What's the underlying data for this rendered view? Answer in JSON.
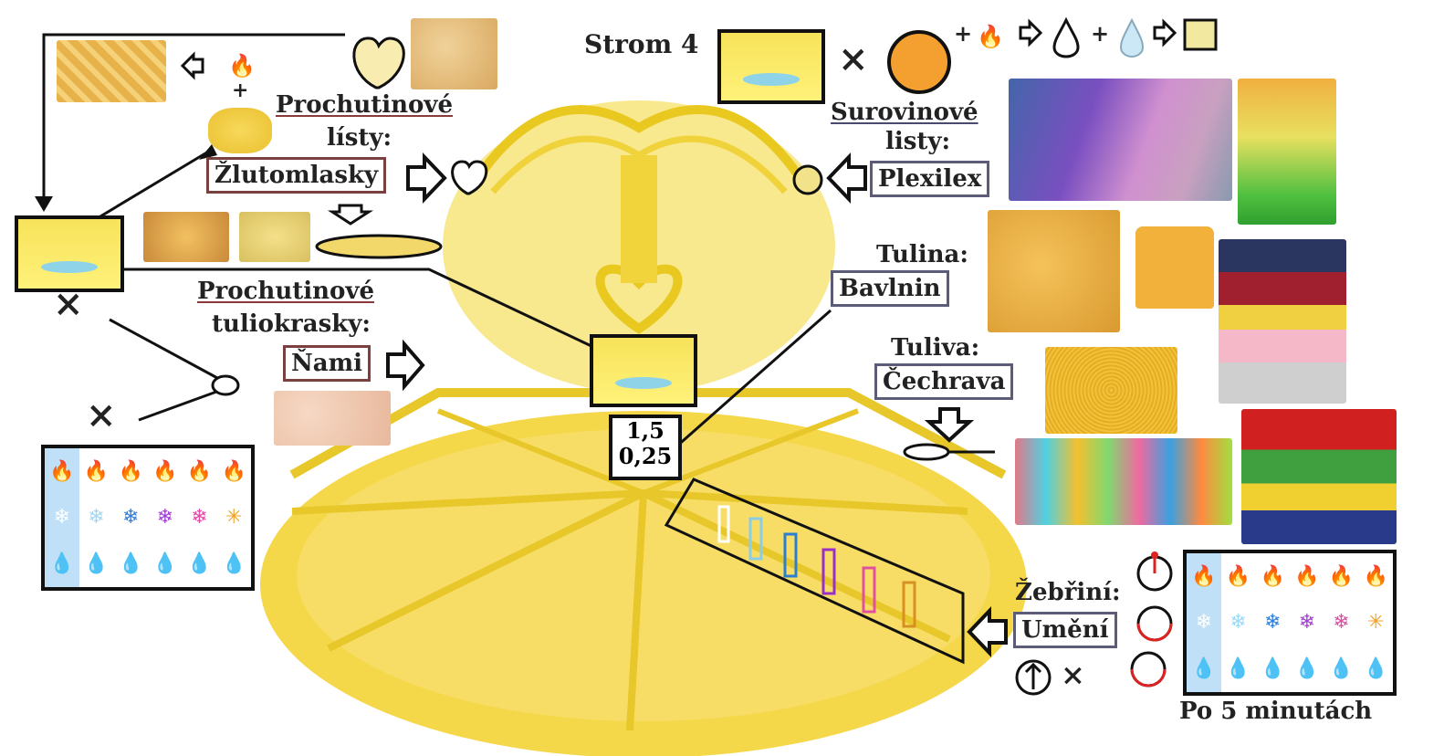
{
  "title": "Strom 4",
  "multiply_sign": "×",
  "plus_sign": "+",
  "left": {
    "flavor_leaves_heading_1": "Prochutinové",
    "flavor_leaves_heading_2": "lísty:",
    "flavor_leaves_name": "Žlutomlasky",
    "flavor_flowers_heading_1": "Prochutinové",
    "flavor_flowers_heading_2": "tuliokrasky:",
    "flavor_flowers_name": "Ňami"
  },
  "right": {
    "raw_leaves_heading_1": "Surovinové",
    "raw_leaves_heading_2": "listy:",
    "raw_leaves_name": "Plexilex",
    "fabric_heading": "Tulina:",
    "fabric_name": "Bavlnin",
    "filling_heading": "Tuliva:",
    "filling_name": "Čechrava",
    "ladder_heading": "Žebřiní:",
    "ladder_name": "Umění",
    "after_time": "Po 5 minutách"
  },
  "center_values": {
    "top": "1,5",
    "bottom": "0,25"
  },
  "element_legend": {
    "rows": [
      "fire",
      "snowflake",
      "drop"
    ],
    "colors": [
      "#ffffff",
      "#9fd8f5",
      "#2f7fe0",
      "#a23fd4",
      "#e24aa6",
      "#f0a020"
    ]
  },
  "palette": {
    "gold": "#f3d94a",
    "pale_gold": "#fff27a",
    "pool": "#8fd3e8",
    "box_border": "#5c5c78",
    "flavor_underline": "#8a3a3a"
  }
}
